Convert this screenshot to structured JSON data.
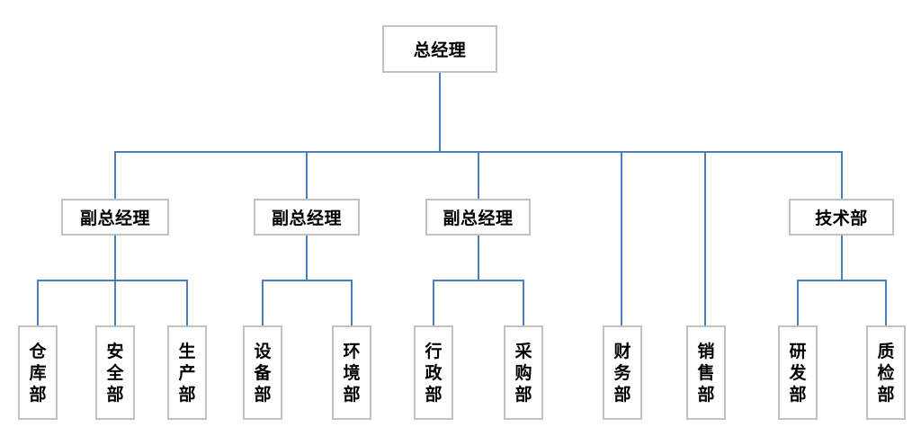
{
  "org": {
    "root": {
      "label": "总经理",
      "children": [
        {
          "label": "副总经理",
          "children": [
            {
              "label": "仓库部"
            },
            {
              "label": "安全部"
            },
            {
              "label": "生产部"
            }
          ]
        },
        {
          "label": "副总经理",
          "children": [
            {
              "label": "设备部"
            },
            {
              "label": "环境部"
            }
          ]
        },
        {
          "label": "副总经理",
          "children": [
            {
              "label": "行政部"
            },
            {
              "label": "采购部"
            }
          ]
        },
        {
          "label": "财务部"
        },
        {
          "label": "销售部"
        },
        {
          "label": "技术部",
          "children": [
            {
              "label": "研发部"
            },
            {
              "label": "质检部"
            }
          ]
        }
      ]
    }
  },
  "colors": {
    "connector": "#4a7ebc",
    "box_border": "#c1c1c1",
    "box_fill": "#ffffff",
    "text": "#000000"
  }
}
